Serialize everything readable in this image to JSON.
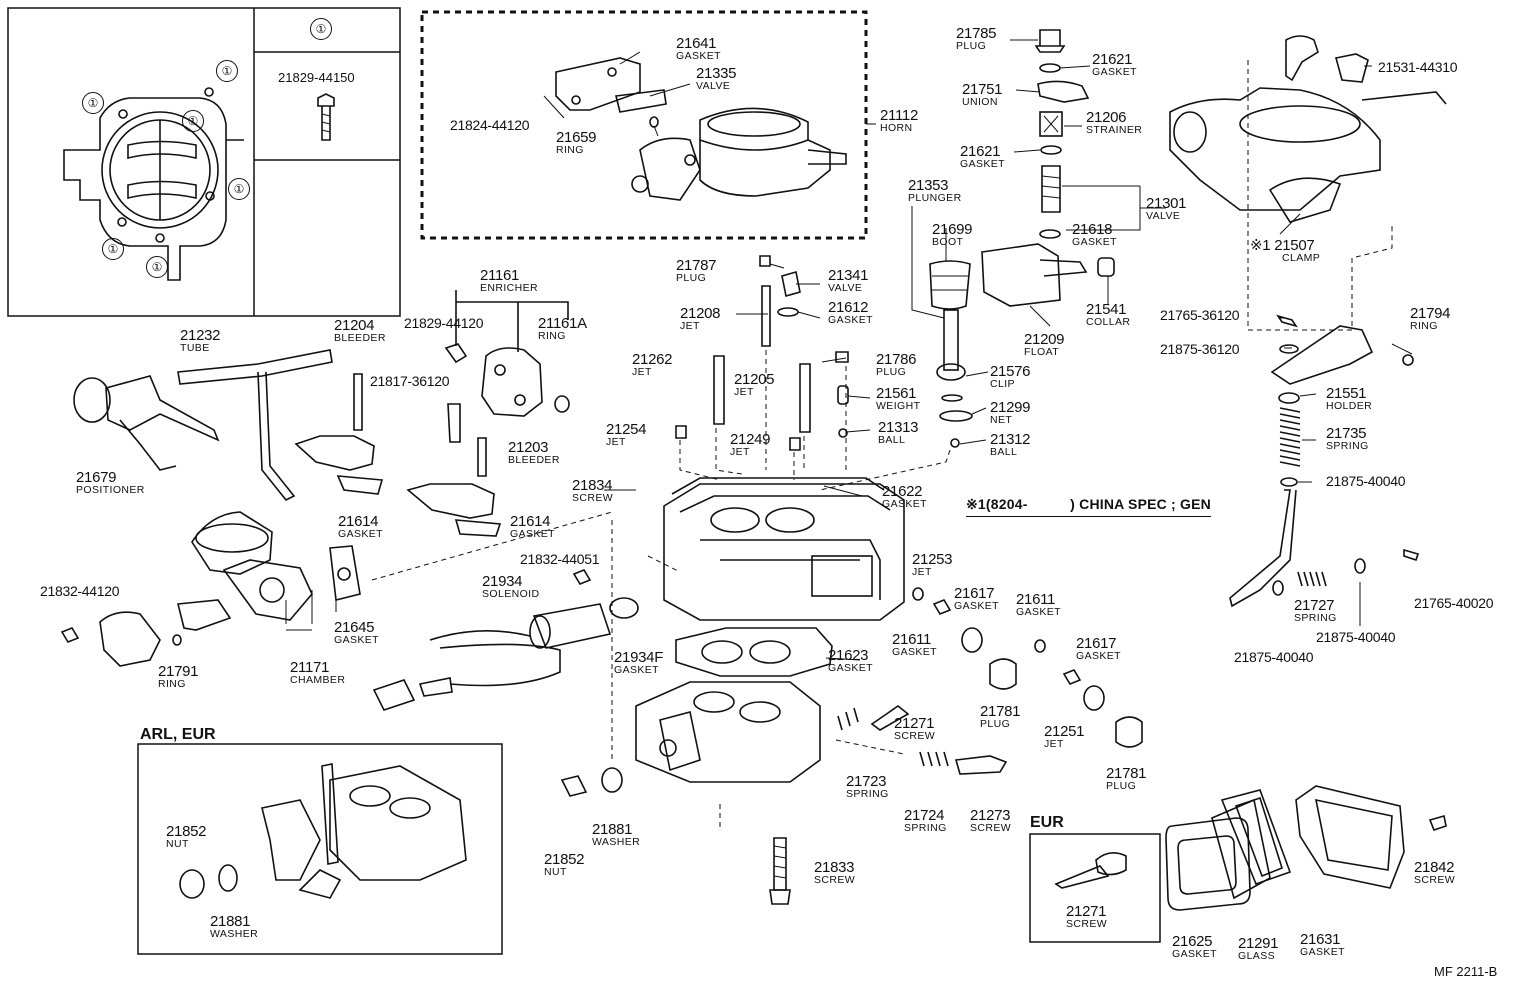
{
  "diagram_code": "MF 2211-B",
  "insets": {
    "top_left": {
      "header_symbol": "①",
      "part_no": "21829-44150",
      "bolt_marker": "①"
    },
    "arl_eur": {
      "title": "ARL, EUR"
    },
    "eur": {
      "title": "EUR"
    }
  },
  "note": "※1(8204-　　　) CHINA SPEC ; GEN",
  "labels": [
    {
      "id": "21641",
      "number": "21641",
      "name": "GASKET"
    },
    {
      "id": "21335",
      "number": "21335",
      "name": "VALVE"
    },
    {
      "id": "21824-44120",
      "number": "21824-44120",
      "name": ""
    },
    {
      "id": "21659",
      "number": "21659",
      "name": "RING"
    },
    {
      "id": "21112",
      "number": "21112",
      "name": "HORN"
    },
    {
      "id": "21785",
      "number": "21785",
      "name": "PLUG"
    },
    {
      "id": "21621a",
      "number": "21621",
      "name": "GASKET"
    },
    {
      "id": "21751",
      "number": "21751",
      "name": "UNION"
    },
    {
      "id": "21206",
      "number": "21206",
      "name": "STRAINER"
    },
    {
      "id": "21621b",
      "number": "21621",
      "name": "GASKET"
    },
    {
      "id": "21301",
      "number": "21301",
      "name": "VALVE"
    },
    {
      "id": "21353",
      "number": "21353",
      "name": "PLUNGER"
    },
    {
      "id": "21699",
      "number": "21699",
      "name": "BOOT"
    },
    {
      "id": "21618",
      "number": "21618",
      "name": "GASKET"
    },
    {
      "id": "21531-44310",
      "number": "21531-44310",
      "name": ""
    },
    {
      "id": "21507",
      "number": "21507",
      "name": "CLAMP"
    },
    {
      "id": "21787",
      "number": "21787",
      "name": "PLUG"
    },
    {
      "id": "21341",
      "number": "21341",
      "name": "VALVE"
    },
    {
      "id": "21612",
      "number": "21612",
      "name": "GASKET"
    },
    {
      "id": "21208",
      "number": "21208",
      "name": "JET"
    },
    {
      "id": "21541",
      "number": "21541",
      "name": "COLLAR"
    },
    {
      "id": "21209",
      "number": "21209",
      "name": "FLOAT"
    },
    {
      "id": "21161",
      "number": "21161",
      "name": "ENRICHER"
    },
    {
      "id": "21161A",
      "number": "21161A",
      "name": "RING"
    },
    {
      "id": "21829-44120",
      "number": "21829-44120",
      "name": ""
    },
    {
      "id": "21232",
      "number": "21232",
      "name": "TUBE"
    },
    {
      "id": "21204",
      "number": "21204",
      "name": "BLEEDER"
    },
    {
      "id": "21817-36120",
      "number": "21817-36120",
      "name": ""
    },
    {
      "id": "21262",
      "number": "21262",
      "name": "JET"
    },
    {
      "id": "21786",
      "number": "21786",
      "name": "PLUG"
    },
    {
      "id": "21576",
      "number": "21576",
      "name": "CLIP"
    },
    {
      "id": "21205",
      "number": "21205",
      "name": "JET"
    },
    {
      "id": "21561",
      "number": "21561",
      "name": "WEIGHT"
    },
    {
      "id": "21299",
      "number": "21299",
      "name": "NET"
    },
    {
      "id": "21313",
      "number": "21313",
      "name": "BALL"
    },
    {
      "id": "21312",
      "number": "21312",
      "name": "BALL"
    },
    {
      "id": "21254",
      "number": "21254",
      "name": "JET"
    },
    {
      "id": "21249",
      "number": "21249",
      "name": "JET"
    },
    {
      "id": "21203",
      "number": "21203",
      "name": "BLEEDER"
    },
    {
      "id": "21679",
      "number": "21679",
      "name": "POSITIONER"
    },
    {
      "id": "21834",
      "number": "21834",
      "name": "SCREW"
    },
    {
      "id": "21622",
      "number": "21622",
      "name": "GASKET"
    },
    {
      "id": "21614a",
      "number": "21614",
      "name": "GASKET"
    },
    {
      "id": "21614b",
      "number": "21614",
      "name": "GASKET"
    },
    {
      "id": "21765-36120",
      "number": "21765-36120",
      "name": ""
    },
    {
      "id": "21794",
      "number": "21794",
      "name": "RING"
    },
    {
      "id": "21875-36120",
      "number": "21875-36120",
      "name": ""
    },
    {
      "id": "21551",
      "number": "21551",
      "name": "HOLDER"
    },
    {
      "id": "21735",
      "number": "21735",
      "name": "SPRING"
    },
    {
      "id": "21875-40040a",
      "number": "21875-40040",
      "name": ""
    },
    {
      "id": "21832-44051",
      "number": "21832-44051",
      "name": ""
    },
    {
      "id": "21934",
      "number": "21934",
      "name": "SOLENOID"
    },
    {
      "id": "21253",
      "number": "21253",
      "name": "JET"
    },
    {
      "id": "21617a",
      "number": "21617",
      "name": "GASKET"
    },
    {
      "id": "21611a",
      "number": "21611",
      "name": "GASKET"
    },
    {
      "id": "21611b",
      "number": "21611",
      "name": "GASKET"
    },
    {
      "id": "21832-44120",
      "number": "21832-44120",
      "name": ""
    },
    {
      "id": "21645",
      "number": "21645",
      "name": "GASKET"
    },
    {
      "id": "21727",
      "number": "21727",
      "name": "SPRING"
    },
    {
      "id": "21765-40020",
      "number": "21765-40020",
      "name": ""
    },
    {
      "id": "21875-40040b",
      "number": "21875-40040",
      "name": ""
    },
    {
      "id": "21875-40040c",
      "number": "21875-40040",
      "name": ""
    },
    {
      "id": "21623",
      "number": "21623",
      "name": "GASKET"
    },
    {
      "id": "21617b",
      "number": "21617",
      "name": "GASKET"
    },
    {
      "id": "21791",
      "number": "21791",
      "name": "RING"
    },
    {
      "id": "21171",
      "number": "21171",
      "name": "CHAMBER"
    },
    {
      "id": "21934F",
      "number": "21934F",
      "name": "GASKET"
    },
    {
      "id": "21781a",
      "number": "21781",
      "name": "PLUG"
    },
    {
      "id": "21271a",
      "number": "21271",
      "name": "SCREW"
    },
    {
      "id": "21251",
      "number": "21251",
      "name": "JET"
    },
    {
      "id": "21781b",
      "number": "21781",
      "name": "PLUG"
    },
    {
      "id": "21723",
      "number": "21723",
      "name": "SPRING"
    },
    {
      "id": "21724",
      "number": "21724",
      "name": "SPRING"
    },
    {
      "id": "21273",
      "number": "21273",
      "name": "SCREW"
    },
    {
      "id": "21852a",
      "number": "21852",
      "name": "NUT"
    },
    {
      "id": "21881a",
      "number": "21881",
      "name": "WASHER"
    },
    {
      "id": "21852b",
      "number": "21852",
      "name": "NUT"
    },
    {
      "id": "21881b",
      "number": "21881",
      "name": "WASHER"
    },
    {
      "id": "21833",
      "number": "21833",
      "name": "SCREW"
    },
    {
      "id": "21271b",
      "number": "21271",
      "name": "SCREW"
    },
    {
      "id": "21842",
      "number": "21842",
      "name": "SCREW"
    },
    {
      "id": "21625",
      "number": "21625",
      "name": "GASKET"
    },
    {
      "id": "21291",
      "number": "21291",
      "name": "GLASS"
    },
    {
      "id": "21631",
      "number": "21631",
      "name": "GASKET"
    }
  ]
}
